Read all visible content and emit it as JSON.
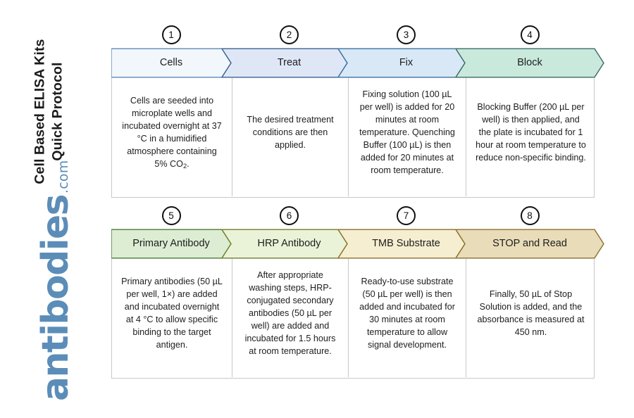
{
  "title": "Cell Based ELISA Kits\nQuick Protocol",
  "brand": {
    "wordmark": "antibodies",
    "tld": ".com",
    "color": "#5b8db8"
  },
  "rows": [
    {
      "name": "row-1",
      "steps": [
        {
          "number": "1",
          "label": "Cells",
          "text": "Cells are seeded into microplate wells and incubated overnight at 37 °C in a humidified atmosphere containing 5% CO<sub>2</sub>.",
          "fill": "#f2f7fc",
          "stroke": "#5d87b8"
        },
        {
          "number": "2",
          "label": "Treat",
          "text": "The desired treatment conditions are then applied.",
          "fill": "#dfe7f7",
          "stroke": "#39618f"
        },
        {
          "number": "3",
          "label": "Fix",
          "text": "Fixing solution (100 µL per well) is added for 20 minutes at room temperature. Quenching Buffer (100 µL) is then added for 20 minutes at room temperature.",
          "fill": "#d9e8f6",
          "stroke": "#39709f"
        },
        {
          "number": "4",
          "label": "Block",
          "text": "Blocking Buffer (200 µL per well) is then applied, and the plate is incubated for 1 hour at room temperature to reduce non-specific binding.",
          "fill": "#c9e9dd",
          "stroke": "#3b6b63"
        }
      ]
    },
    {
      "name": "row-2",
      "steps": [
        {
          "number": "5",
          "label": "Primary Antibody",
          "text": "Primary antibodies (50 µL per well, 1×) are added and incubated overnight at 4 °C to allow specific binding to the target antigen.",
          "fill": "#dcedd3",
          "stroke": "#4c7a32"
        },
        {
          "number": "6",
          "label": "HRP Antibody",
          "text": "After appropriate washing steps, HRP-conjugated secondary antibodies (50 µL per well) are added and incubated for 1.5 hours at room temperature.",
          "fill": "#eaf3d7",
          "stroke": "#6d7d2c"
        },
        {
          "number": "7",
          "label": "TMB Substrate",
          "text": "Ready-to-use substrate (50 µL per well) is then added and incubated for 30 minutes at room temperature to allow signal development.",
          "fill": "#f5eed0",
          "stroke": "#8a6f2c"
        },
        {
          "number": "8",
          "label": "STOP and Read",
          "text": "Finally, 50 µL of Stop Solution is added, and the absorbance is measured at 450 nm.",
          "fill": "#e9dcb8",
          "stroke": "#8a6f2c"
        }
      ]
    }
  ],
  "geometry": {
    "total_width": 686,
    "column_edges": [
      0,
      170,
      335,
      502,
      686
    ],
    "notch": 13,
    "banner_height": 43
  }
}
